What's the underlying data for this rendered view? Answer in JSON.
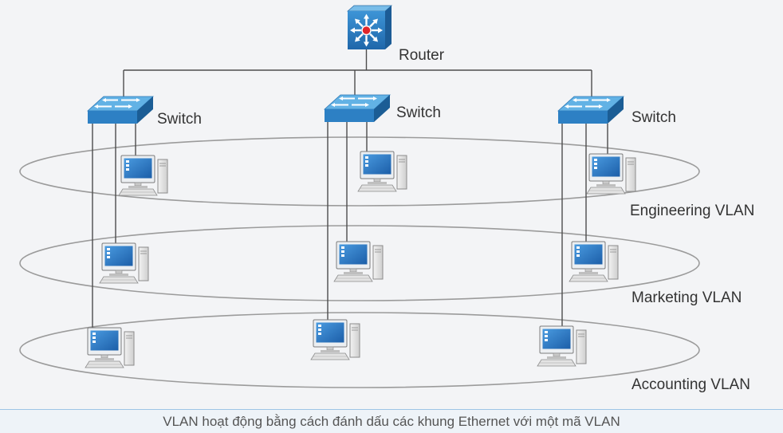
{
  "router": {
    "label": "Router",
    "icon": "router-icon"
  },
  "switches": [
    {
      "label": "Switch",
      "icon": "switch-icon"
    },
    {
      "label": "Switch",
      "icon": "switch-icon"
    },
    {
      "label": "Switch",
      "icon": "switch-icon"
    }
  ],
  "vlans": [
    {
      "label": "Engineering VLAN",
      "device_icon": "desktop-computer-icon"
    },
    {
      "label": "Marketing VLAN",
      "device_icon": "desktop-computer-icon"
    },
    {
      "label": "Accounting VLAN",
      "device_icon": "desktop-computer-icon"
    }
  ],
  "caption": "VLAN hoạt động bằng cách đánh dấu các khung Ethernet với một mã VLAN",
  "colors": {
    "background": "#f3f4f6",
    "device_blue": "#2f80c4",
    "router_center": "#e0262b",
    "link_line": "#4d4d4d",
    "vlan_outline": "#9b9b9b",
    "text": "#333333"
  }
}
